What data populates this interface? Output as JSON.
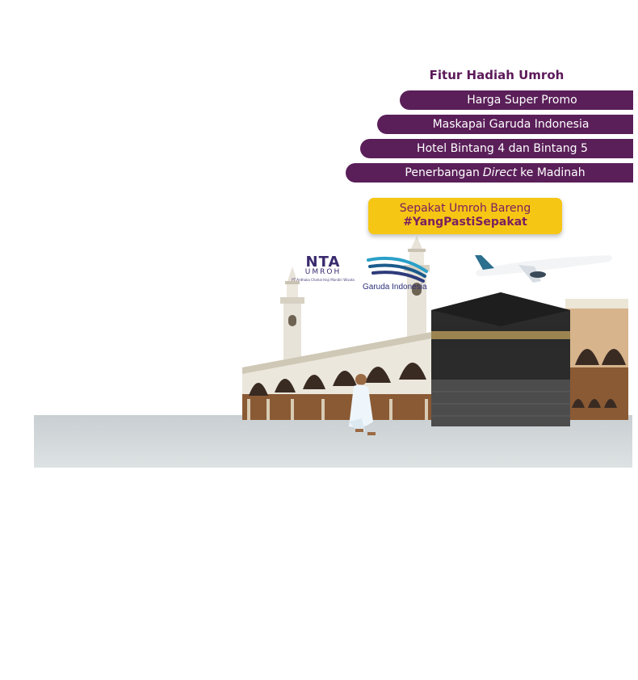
{
  "promo": {
    "title": "Fitur Hadiah Umroh",
    "features": [
      {
        "label": "Harga Super Promo"
      },
      {
        "label": "Maskapai Garuda Indonesia"
      },
      {
        "label": "Hotel Bintang 4 dan Bintang 5"
      },
      {
        "prefix": "Penerbangan",
        "emph": "Direct",
        "suffix": "ke Madinah"
      }
    ],
    "cta": {
      "line1": "Sepakat Umroh Bareng",
      "line2": "#YangPastiSepakat"
    }
  },
  "logos": {
    "nta": {
      "brand": "NTA",
      "sub": "UMROH",
      "tiny": "PT Ardhaka Chahal Haji Mandiri Wisata"
    },
    "garuda": {
      "name": "Garuda Indonesia"
    }
  },
  "colors": {
    "accent_purple": "#5a1f59",
    "cta_yellow": "#f6c614",
    "ground": "#cdd3d5"
  }
}
